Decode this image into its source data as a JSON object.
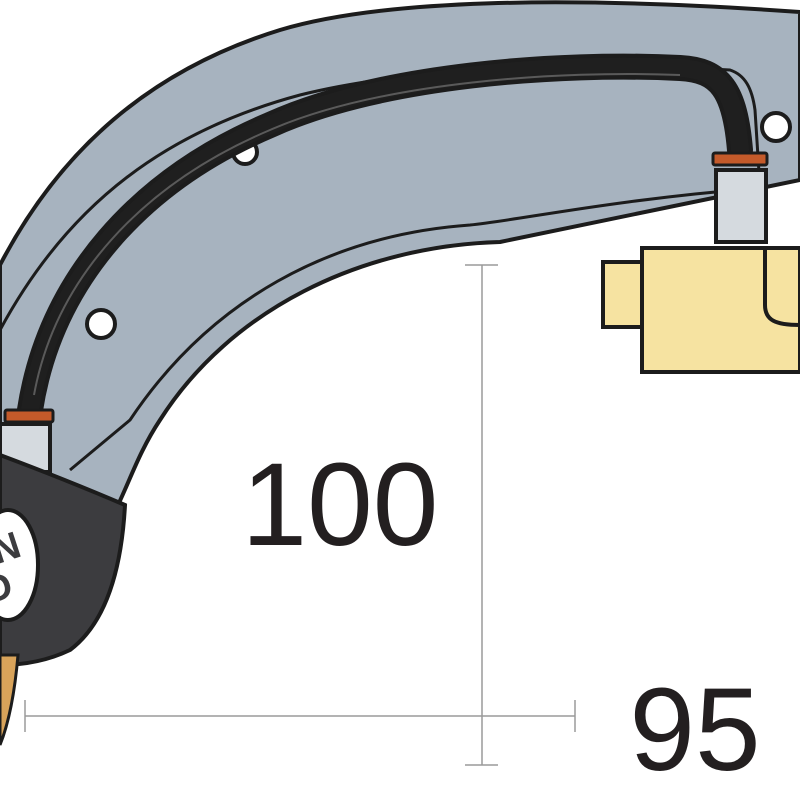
{
  "dimensions": {
    "vertical": {
      "value": "100"
    },
    "horizontal": {
      "value": "95"
    }
  },
  "badge": {
    "text": "N\nD"
  },
  "colors": {
    "arm_fill": "#a7b3bf",
    "outline": "#1c1c1c",
    "cable": "#1f1f1f",
    "cable_highlight": "#5a5a5a",
    "connector_fill": "#d5dadf",
    "copper_ring": "#c45a2a",
    "block_fill": "#f6e3a1",
    "housing_fill": "#3c3c3f",
    "electrode": "#d8a35a",
    "dimension_line": "#9a9a9a",
    "text": "#231f20"
  }
}
